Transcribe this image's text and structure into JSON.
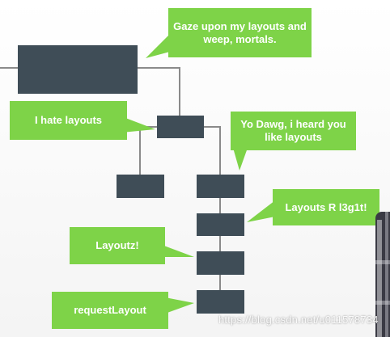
{
  "colors": {
    "box": "#3f4d57",
    "bubble": "#7ed348",
    "bubble_text": "#ffffff",
    "connector": "#8a8a8a"
  },
  "bubbles": {
    "gaze": "Gaze upon my layouts and weep, mortals.",
    "hate": "I hate layouts",
    "yo_dawg": "Yo Dawg, i heard you like layouts",
    "layouts_r": "Layouts R l3g1t!",
    "layoutz": "Layoutz!",
    "request": "requestLayout"
  },
  "watermark": "https://blog.csdn.net/u011578734"
}
